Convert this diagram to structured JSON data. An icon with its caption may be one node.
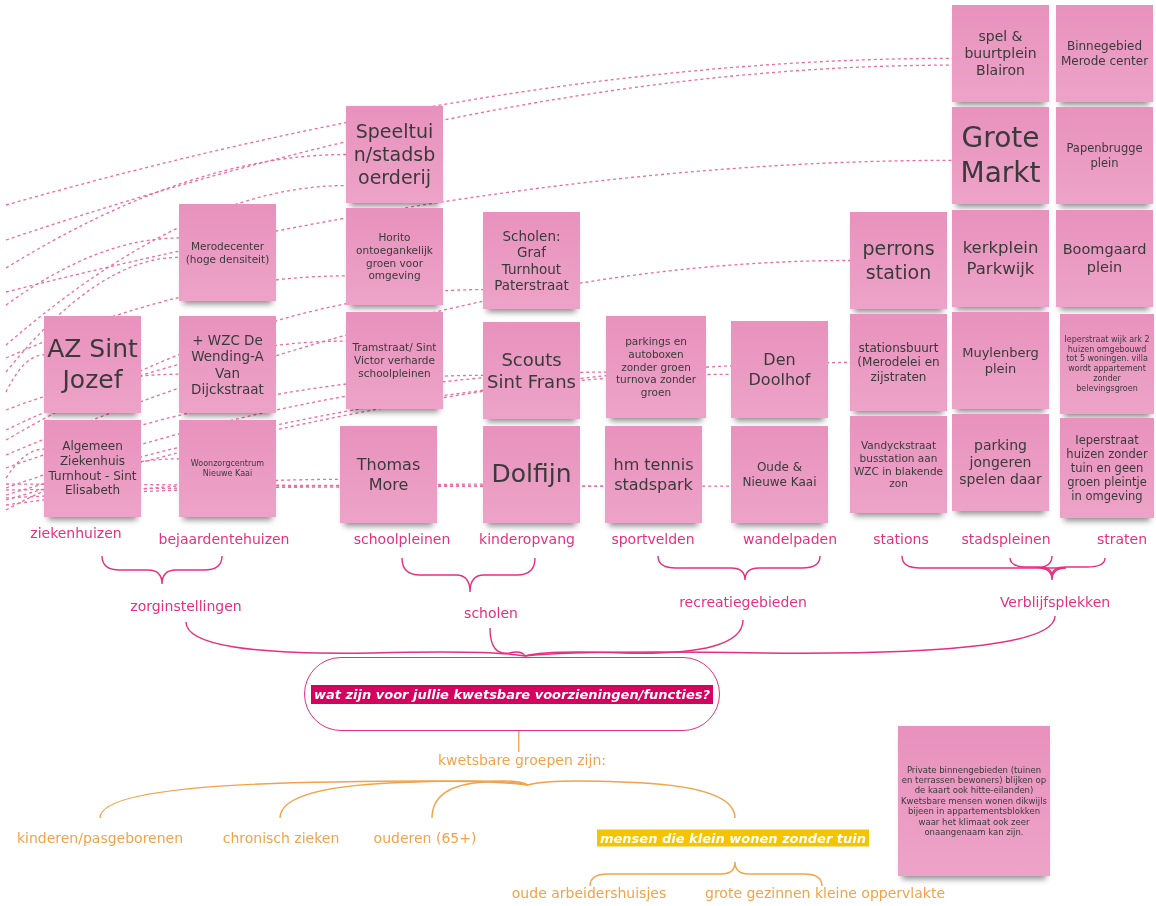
{
  "diagram": {
    "nodes": [
      {
        "text": [
          "AZ Sint Jozef"
        ]
      },
      {
        "text": [
          "Algemeen Ziekenhuis Turnhout - Sint Elisabeth"
        ]
      },
      {
        "text": [
          "Merodecenter (hoge densiteit)"
        ]
      },
      {
        "text": [
          "+ WZC De Wending-A Van Dijckstraat"
        ]
      },
      {
        "text": [
          "Woonzorgcentrum Nieuwe Kaai"
        ]
      },
      {
        "text": [
          "Speeltuin/stadsboerderij"
        ]
      },
      {
        "text": [
          "Horito ontoegankelijk groen voor omgeving"
        ]
      },
      {
        "text": [
          "Tramstraat/ Sint Victor verharde schoolpleinen"
        ]
      },
      {
        "text": [
          "Thomas More"
        ]
      },
      {
        "text": [
          "Scholen: Graf Turnhout Paterstraat"
        ]
      },
      {
        "text": [
          "Scouts Sint Frans"
        ]
      },
      {
        "text": [
          "Dolfijn"
        ]
      },
      {
        "text": [
          "parkings en autoboxen zonder groen turnova zonder groen"
        ]
      },
      {
        "text": [
          "hm tennis stadspark"
        ]
      },
      {
        "text": [
          "Den Doolhof"
        ]
      },
      {
        "text": [
          "Oude & Nieuwe Kaai"
        ]
      },
      {
        "text": [
          "perrons station"
        ]
      },
      {
        "text": [
          "stationsbuurt (Merodelei en zijstraten"
        ]
      },
      {
        "text": [
          "Vandyckstraat busstation aan WZC in blakende zon"
        ]
      },
      {
        "text": [
          "spel & buurtplein Blairon"
        ]
      },
      {
        "text": [
          "Grote Markt"
        ]
      },
      {
        "text": [
          "kerkplein Parkwijk"
        ]
      },
      {
        "text": [
          "Muylenberg plein"
        ]
      },
      {
        "text": [
          "parking jongeren spelen daar"
        ]
      },
      {
        "text": [
          "Binnegebied Merode center"
        ]
      },
      {
        "text": [
          "Papenbrugge plein"
        ]
      },
      {
        "text": [
          "Boomgaard plein"
        ]
      },
      {
        "text": [
          "Ieperstraat wijk ark 2 huizen omgebouwd tot 5 woningen. villa wordt appartement zonder belevingsgroen"
        ]
      },
      {
        "text": [
          "Ieperstraat huizen zonder tuin en geen groen pleintje in omgeving"
        ]
      },
      {
        "text": [
          "wat zijn voor jullie kwetsbare voorzieningen/functies?"
        ]
      },
      {
        "text": [
          "kwetsbare groepen zijn:"
        ]
      },
      {
        "text": [
          "Private binnengebieden (tuinen en terrassen bewoners) blijken op de kaart ook hitte-eilanden) Kwetsbare mensen wonen dikwijls bijeen in appartementsblokken waar het klimaat ook zeer onaangenaam kan zijn."
        ]
      }
    ],
    "edges": [
      {
        "from": 29,
        "to": 30,
        "arrow": "none",
        "color": "#f3a24a"
      },
      {
        "from": null,
        "to": 19,
        "arrow": "none",
        "style": "dashed"
      },
      {
        "from": null,
        "to": 19,
        "arrow": "none",
        "style": "dashed"
      },
      {
        "from": null,
        "to": 5,
        "arrow": "none",
        "style": "dashed"
      },
      {
        "from": null,
        "to": 20,
        "arrow": "none",
        "style": "dashed"
      },
      {
        "from": null,
        "to": 2,
        "arrow": "none",
        "style": "dashed"
      },
      {
        "from": null,
        "to": 5,
        "arrow": "none",
        "style": "dashed"
      },
      {
        "from": null,
        "to": 6,
        "arrow": "none",
        "style": "dashed"
      },
      {
        "from": null,
        "to": 2,
        "arrow": "none",
        "style": "dashed"
      },
      {
        "from": null,
        "to": 0,
        "arrow": "none",
        "style": "dashed"
      },
      {
        "from": null,
        "to": 3,
        "arrow": "none",
        "style": "dashed"
      },
      {
        "from": null,
        "to": 7,
        "arrow": "none",
        "style": "dashed"
      },
      {
        "from": null,
        "to": 9,
        "arrow": "none",
        "style": "dashed"
      },
      {
        "from": null,
        "to": 16,
        "arrow": "none",
        "style": "dashed"
      },
      {
        "from": null,
        "to": 10,
        "arrow": "none",
        "style": "dashed"
      },
      {
        "from": null,
        "to": 1,
        "arrow": "none",
        "style": "dashed"
      },
      {
        "from": null,
        "to": 12,
        "arrow": "none",
        "style": "dashed"
      },
      {
        "from": null,
        "to": 14,
        "arrow": "none",
        "style": "dashed"
      },
      {
        "from": null,
        "to": 17,
        "arrow": "none",
        "style": "dashed"
      },
      {
        "from": null,
        "to": 4,
        "arrow": "none",
        "style": "dashed"
      },
      {
        "from": null,
        "to": 8,
        "arrow": "none",
        "style": "dashed"
      },
      {
        "from": null,
        "to": 11,
        "arrow": "none",
        "style": "dashed"
      },
      {
        "from": null,
        "to": 13,
        "arrow": "none",
        "style": "dashed"
      },
      {
        "from": null,
        "to": 15,
        "arrow": "none",
        "style": "dashed"
      }
    ],
    "labels": [
      "ziekenhuizen",
      "bejaardentehuizen",
      "schoolpleinen",
      "kinderopvang",
      "sportvelden",
      "wandelpaden",
      "stations",
      "stadspleinen",
      "straten",
      "zorginstellingen",
      "scholen",
      "recreatiegebieden",
      "Verblijfsplekken",
      "kinderen/pasgeborenen",
      "chronisch zieken",
      "ouderen (65+)",
      "mensen die klein wonen zonder tuin",
      "oude arbeidershuisjes",
      "grote gezinnen kleine oppervlakte"
    ]
  }
}
